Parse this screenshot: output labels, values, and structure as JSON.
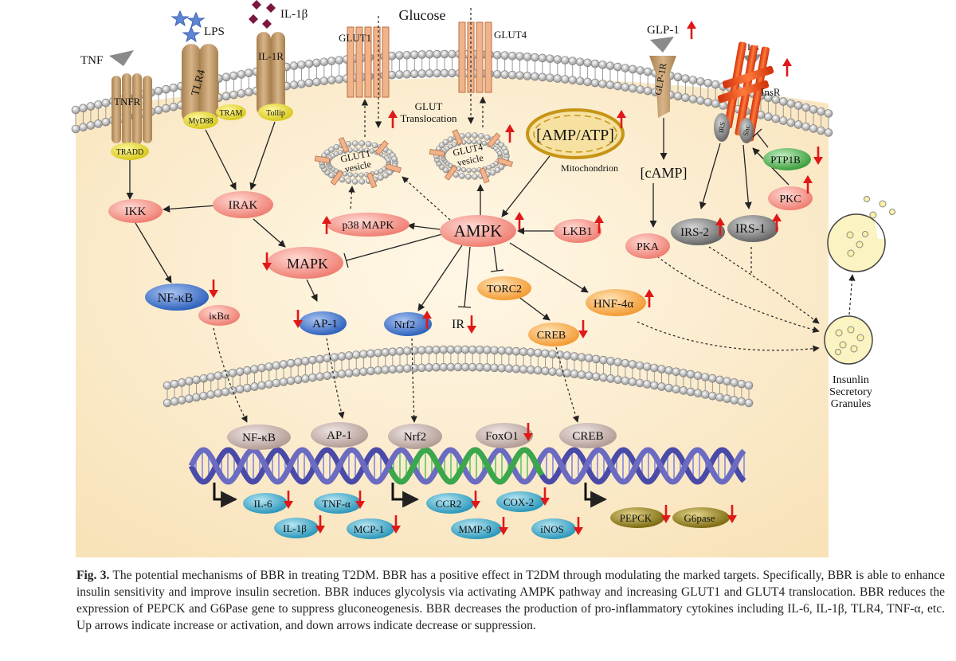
{
  "figure": {
    "stimuli": {
      "tnf": "TNF",
      "lps": "LPS",
      "il1b": "IL-1β",
      "glucose": "Glucose",
      "glp1": "GLP-1",
      "ins": "Ins"
    },
    "receptors": {
      "tnfr": "TNFR",
      "tlr4": "TLR4",
      "il1r": "IL-1R",
      "glut1": "GLUT1",
      "glut4": "GLUT4",
      "glp1r": "GLP-1R",
      "insr": "InsR",
      "tradd": "TRADD",
      "myd88": "MyD88",
      "tram": "TRAM",
      "tollip": "Tollip",
      "irs": "IRS",
      "shc": "Shc"
    },
    "vesicles": {
      "glut1_line1": "GLUT1",
      "glut1_line2": "vesicle",
      "glut4_line1": "GLUT4",
      "glut4_line2": "vesicle"
    },
    "labels": {
      "glut_translocation_1": "GLUT",
      "glut_translocation_2": "Translocation",
      "amp_atp": "[AMP/ATP]",
      "mitochondrion": "Mitochondrion",
      "camp": "[cAMP]",
      "granules_1": "Insunlin",
      "granules_2": "Secretory",
      "granules_3": "Granules"
    },
    "nodes": {
      "ikk": "IKK",
      "irak": "IRAK",
      "p38mapk": "p38 MAPK",
      "ampk": "AMPK",
      "lkb1": "LKB1",
      "pka": "PKA",
      "irs2": "IRS-2",
      "irs1": "IRS-1",
      "pkc": "PKC",
      "ptp1b": "PTP1B",
      "mapk": "MAPK",
      "nfkb": "NF-κB",
      "ikba": "iκBα",
      "ap1": "AP-1",
      "nrf2": "Nrf2",
      "ir": "IR",
      "torc2": "TORC2",
      "creb": "CREB",
      "hnf4a": "HNF-4α"
    },
    "nuclear": {
      "nfkb": "NF-κB",
      "ap1": "AP-1",
      "nrf2": "Nrf2",
      "foxo1": "FoxO1",
      "creb": "CREB"
    },
    "genes": {
      "il6": "IL-6",
      "tnfa": "TNF-α",
      "il1b": "IL-1β",
      "mcp1": "MCP-1",
      "ccr2": "CCR2",
      "cox2": "COX-2",
      "mmp9": "MMP-9",
      "inos": "iNOS",
      "pepck": "PEPCK",
      "g6pase": "G6pase"
    },
    "colors": {
      "cytoplasm": "#fcefd6",
      "membrane_head": "#d6d6d6",
      "salmon": "#f28f84",
      "blue": "#3f73c8",
      "cyan": "#3aa8c8",
      "orange": "#f6b15a",
      "gray": "#7d7d7d",
      "green": "#4bb34b",
      "olive": "#8a7a18",
      "receptor": "#c19a6b",
      "insr": "#ea4a1c",
      "arrow_red": "#e01818",
      "nuclear": "#c9b6b1",
      "dna_blue": "#4a4aa8",
      "dna_green": "#3aa84a"
    }
  },
  "caption": {
    "label": "Fig. 3.",
    "text": "The potential mechanisms of BBR in treating T2DM. BBR has a positive effect in T2DM through modulating the marked targets. Specifically, BBR is able to enhance insulin sensitivity and improve insulin secretion. BBR induces glycolysis via activating AMPK pathway and increasing GLUT1 and GLUT4 translocation. BBR reduces the expression of PEPCK and G6Pase gene to suppress gluconeogenesis. BBR decreases the production of pro-inflammatory cytokines including IL-6, IL-1β, TLR4, TNF-α, etc. Up arrows indicate increase or activation, and down arrows indicate decrease or suppression."
  }
}
